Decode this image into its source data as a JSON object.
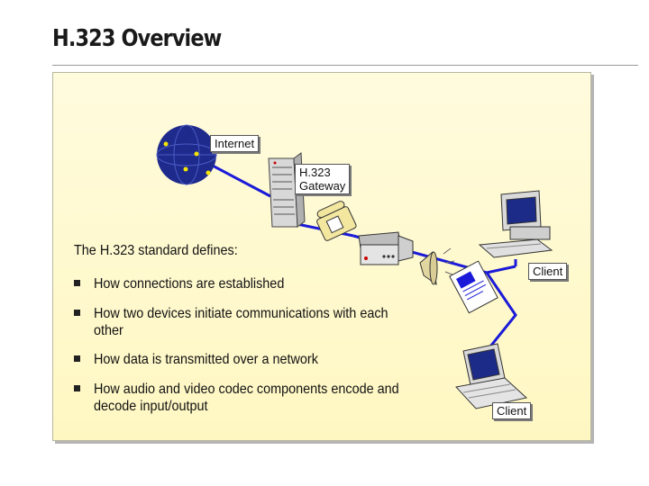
{
  "title": "H.323 Overview",
  "heading": "The H.323 standard defines:",
  "bullets": [
    "How connections are established",
    "How two devices initiate communications with each other",
    "How data is transmitted over a network",
    "How audio and video codec components encode and decode input/output"
  ],
  "labels": {
    "internet": "Internet",
    "gateway_line1": "H.323",
    "gateway_line2": "Gateway",
    "client_desktop": "Client",
    "client_laptop": "Client"
  },
  "colors": {
    "panel": "#fff9cf",
    "connector": "#1a1ad8",
    "globe": "#1e2a8c"
  },
  "icons": [
    "globe-icon",
    "server-icon",
    "telephone-icon",
    "video-camera-icon",
    "speaker-icon",
    "document-icon",
    "desktop-computer-icon",
    "laptop-icon"
  ]
}
